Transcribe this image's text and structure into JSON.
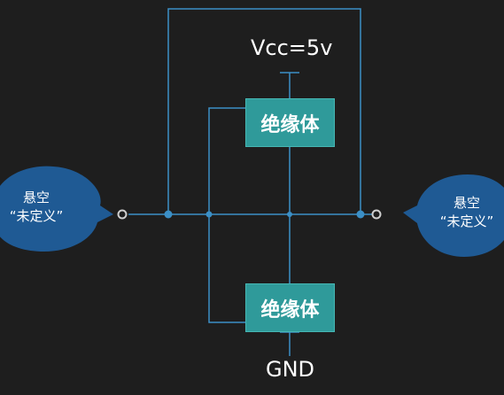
{
  "labels": {
    "vcc": "Vcc=5v",
    "gnd": "GND"
  },
  "blocks": {
    "top": "绝缘体",
    "bottom": "绝缘体"
  },
  "callouts": {
    "left": {
      "line1": "悬空",
      "line2": "“未定义”"
    },
    "right": {
      "line1": "悬空",
      "line2": "“未定义”"
    }
  },
  "colors": {
    "background": "#1e1e1e",
    "wire": "#3b8fc6",
    "block_fill": "#2f9a9a",
    "callout_fill": "#1f5a94",
    "terminal": "#cfcfcf"
  }
}
